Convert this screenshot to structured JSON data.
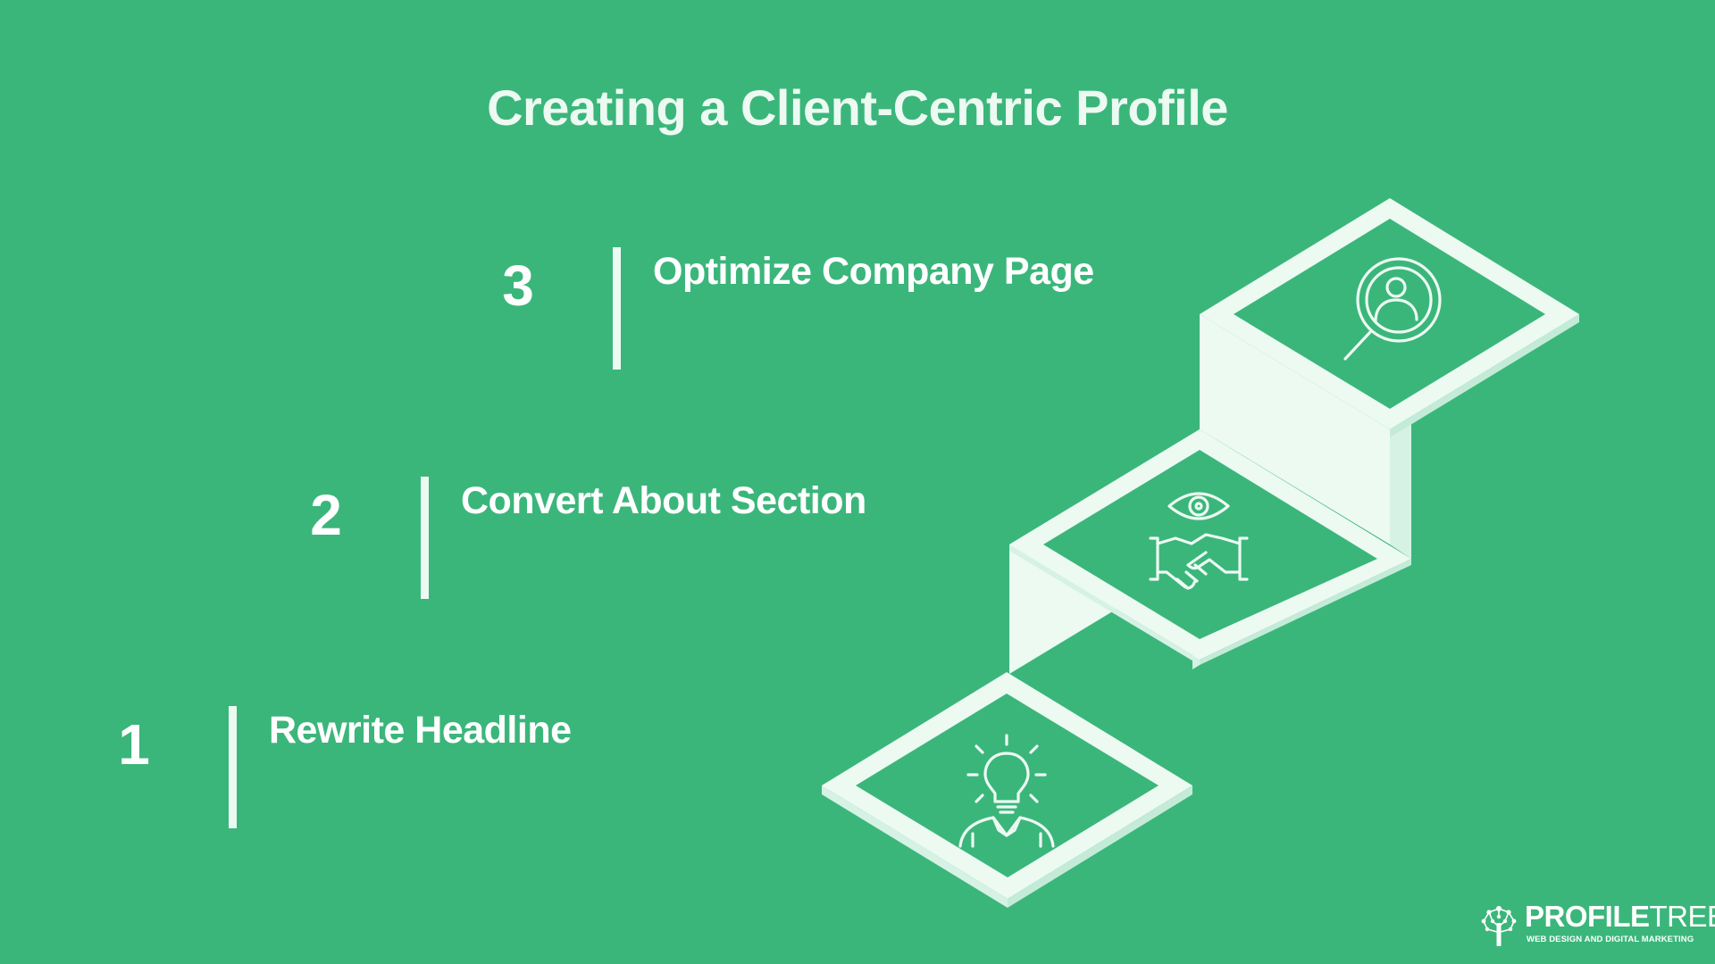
{
  "title": "Creating a Client-Centric Profile",
  "steps": [
    {
      "number": "1",
      "label": "Rewrite Headline",
      "icon": "lightbulb-person-icon"
    },
    {
      "number": "2",
      "label": "Convert About Section",
      "icon": "eye-handshake-icon"
    },
    {
      "number": "3",
      "label": "Optimize Company Page",
      "icon": "magnifier-person-icon"
    }
  ],
  "logo": {
    "word_bold": "PROFILE",
    "word_light": "TREE",
    "tagline": "WEB DESIGN AND DIGITAL MARKETING"
  },
  "colors": {
    "background": "#3bb67b",
    "stair_face": "#ecfaf2",
    "stair_top": "#3bb67b",
    "text": "#ffffff"
  }
}
